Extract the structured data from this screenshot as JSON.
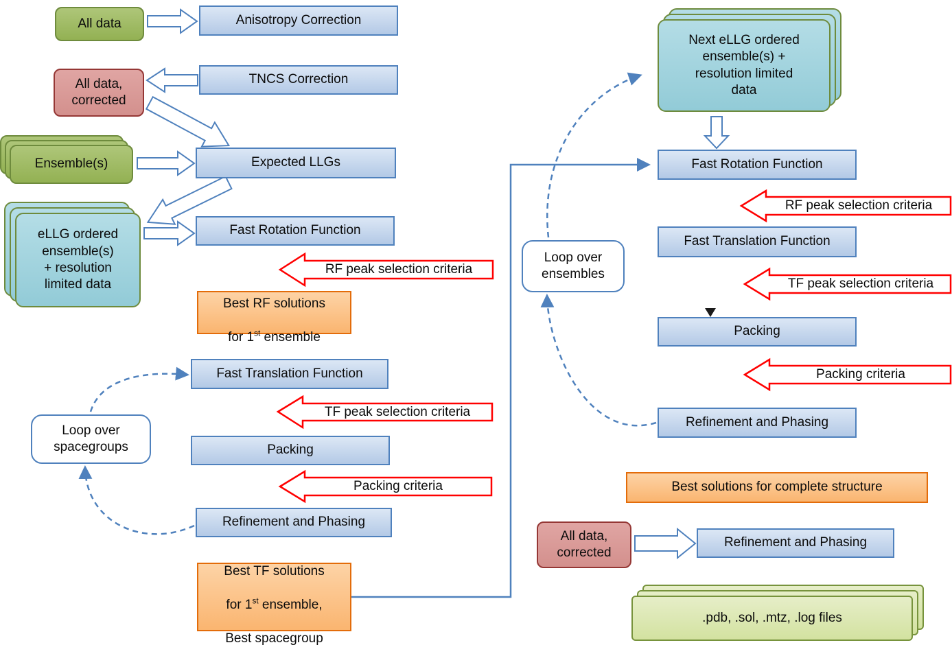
{
  "colors": {
    "box_blue_border": "#4f81bd",
    "box_blue_fill": "#c6d9f0",
    "green_fill": "#9bbb59",
    "pink_fill": "#d99694",
    "teal_fill": "#9fd2dc",
    "orange_fill": "#fbc08b",
    "pale_green_fill": "#dbe6b5",
    "red_arrow_border": "#ff0000",
    "connector_blue": "#4f81bd"
  },
  "left": {
    "all_data": "All data",
    "anisotropy_correction": "Anisotropy Correction",
    "tncs_correction": "TNCS Correction",
    "all_data_corrected": "All data,\ncorrected",
    "ensembles": "Ensemble(s)",
    "expected_llgs": "Expected LLGs",
    "ellg_ordered": "eLLG ordered\nensemble(s)\n+ resolution\nlimited data",
    "fast_rotation_function": "Fast Rotation Function",
    "rf_peak_criteria": "RF peak selection criteria",
    "best_rf_line1": "Best RF solutions",
    "best_rf_line2_pre": "for 1",
    "best_rf_sup": "st",
    "best_rf_line2_post": " ensemble",
    "fast_translation_function": "Fast Translation Function",
    "tf_peak_criteria": "TF peak selection criteria",
    "packing": "Packing",
    "packing_criteria": "Packing criteria",
    "refinement_phasing": "Refinement and Phasing",
    "loop_spacegroups": "Loop over\nspacegroups",
    "best_tf_line1": "Best TF solutions",
    "best_tf_line2_pre": "for 1",
    "best_tf_sup": "st",
    "best_tf_line2_post": " ensemble,",
    "best_tf_line3": "Best spacegroup"
  },
  "right": {
    "next_ellg": "Next eLLG ordered\nensemble(s) +\nresolution limited\ndata",
    "fast_rotation_function": "Fast Rotation Function",
    "rf_peak_criteria": "RF peak selection criteria",
    "fast_translation_function": "Fast Translation Function",
    "tf_peak_criteria": "TF peak selection criteria",
    "packing": "Packing",
    "packing_criteria": "Packing criteria",
    "refinement_phasing": "Refinement and Phasing",
    "loop_ensembles": "Loop over\nensembles",
    "best_solutions": "Best solutions for complete structure",
    "all_data_corrected": "All data,\ncorrected",
    "refinement_phasing_final": "Refinement and Phasing",
    "output_files": ".pdb, .sol, .mtz, .log files"
  }
}
